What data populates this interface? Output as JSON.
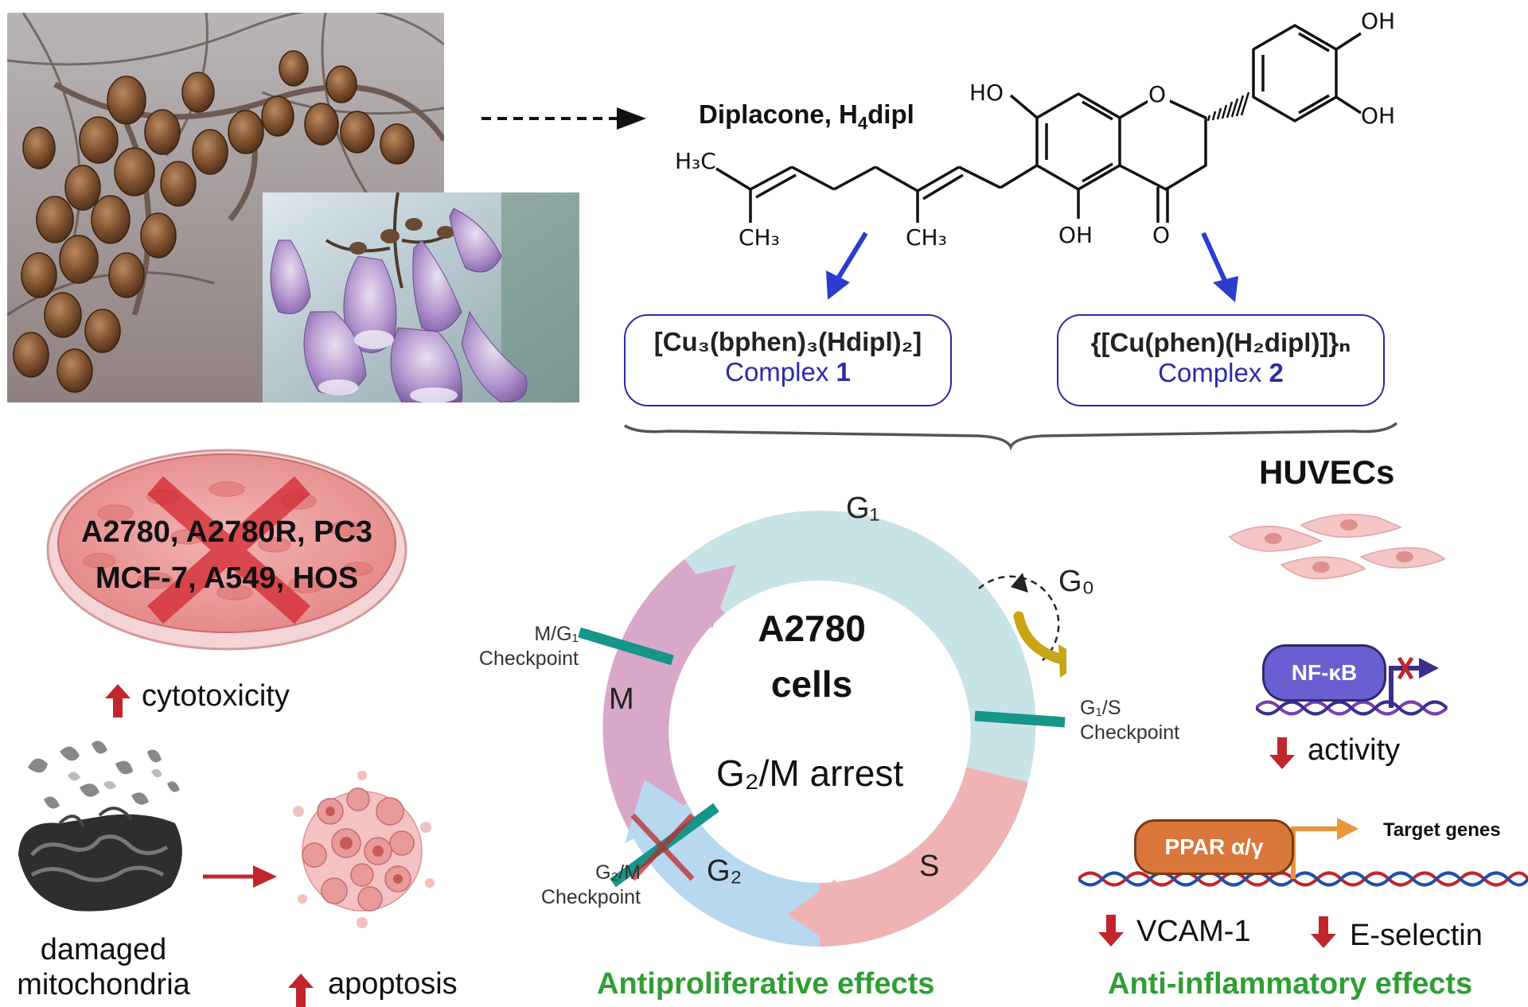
{
  "compound": {
    "name_prefix": "Diplacone, H",
    "name_sub": "4",
    "name_suffix": "dipl",
    "atoms": {
      "ho_left": "HO",
      "oh_top": "OH",
      "oh_right": "OH",
      "ring_o": "O",
      "oh_bottom": "OH",
      "carbonyl_o": "O",
      "h3c": "H₃C",
      "ch3_left": "CH₃",
      "ch3_mid": "CH₃"
    }
  },
  "complexes": [
    {
      "formula": "[Cu₃(bphen)₃(Hdipl)₂]",
      "label_prefix": "Complex ",
      "label_num": "1"
    },
    {
      "formula": "{[Cu(phen)(H₂dipl)]}ₙ",
      "label_prefix": "Complex ",
      "label_num": "2"
    }
  ],
  "dish": {
    "line1": "A2780, A2780R, PC3",
    "line2": "MCF-7, A549, HOS"
  },
  "effects_left": {
    "cytotoxicity": "cytotoxicity",
    "mito_line1": "damaged",
    "mito_line2": "mitochondria",
    "apoptosis": "apoptosis"
  },
  "cell_cycle": {
    "center_line1": "A2780",
    "center_line2": "cells",
    "arrest": "G₂/M arrest",
    "phase_g1": "G₁",
    "phase_g0": "G₀",
    "phase_m": "M",
    "phase_s": "S",
    "phase_g2": "G₂",
    "cp_mg1_1": "M/G₁",
    "cp_mg1_2": "Checkpoint",
    "cp_g1s_1": "G₁/S",
    "cp_g1s_2": "Checkpoint",
    "cp_g2m_1": "G₂/M",
    "cp_g2m_2": "Checkpoint"
  },
  "right_panel": {
    "huvecs": "HUVECs",
    "nfkb": "NF-κB",
    "activity": "activity",
    "ppar": "PPAR α/γ",
    "target_genes": "Target genes",
    "vcam": "VCAM-1",
    "eselectin": "E-selectin"
  },
  "footer": {
    "left": "Antiproliferative effects",
    "right": "Anti-inflammatory effects"
  },
  "colors": {
    "red_arrow": "#c0262c",
    "blue_arrow": "#2b3ccf",
    "green_text": "#2f9e34",
    "g1_phase": "#c8e3e6",
    "s_phase": "#efb3b3",
    "g2_phase": "#b8d8ef",
    "m_phase": "#d9a8c8",
    "checkpoint": "#159688",
    "g0_arrow": "#c9a515",
    "nfkb_box": "#6a5fd0",
    "ppar_box": "#d9773a"
  }
}
